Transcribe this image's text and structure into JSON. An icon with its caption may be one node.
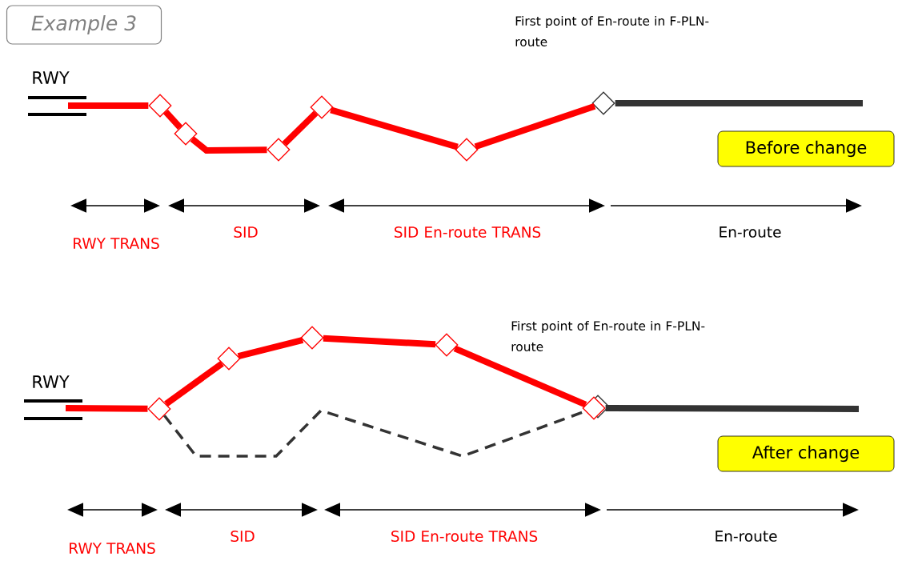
{
  "diagram": {
    "nodes": [
      {
        "text": [
          "Example 3"
        ]
      },
      {
        "text": [
          "Before change"
        ]
      },
      {
        "text": [
          "After change"
        ]
      },
      {
        "text": [],
        "shape": "diamond"
      },
      {
        "text": [],
        "shape": "diamond"
      },
      {
        "text": [],
        "shape": "diamond"
      },
      {
        "text": [],
        "shape": "diamond"
      },
      {
        "text": [],
        "shape": "diamond"
      },
      {
        "text": [],
        "shape": "diamond"
      },
      {
        "text": [],
        "shape": "diamond"
      },
      {
        "text": [],
        "shape": "diamond"
      },
      {
        "text": [],
        "shape": "diamond"
      },
      {
        "text": [],
        "shape": "diamond"
      },
      {
        "text": [],
        "shape": "diamond"
      }
    ],
    "edges": [
      {
        "from": null,
        "to": 3,
        "arrow": "none"
      },
      {
        "from": 3,
        "to": 4,
        "arrow": "none"
      },
      {
        "from": 4,
        "to": 5,
        "arrow": "none"
      },
      {
        "from": 5,
        "to": 6,
        "arrow": "none"
      },
      {
        "from": 6,
        "to": 7,
        "arrow": "none"
      },
      {
        "from": 7,
        "to": 8,
        "arrow": "none"
      },
      {
        "from": 8,
        "to": null,
        "arrow": "none",
        "color": "#333333"
      },
      {
        "from": null,
        "to": 9,
        "arrow": "none"
      },
      {
        "from": 9,
        "to": 10,
        "arrow": "none"
      },
      {
        "from": 10,
        "to": 11,
        "arrow": "none"
      },
      {
        "from": 11,
        "to": 12,
        "arrow": "none"
      },
      {
        "from": 12,
        "to": 13,
        "arrow": "none"
      },
      {
        "from": 13,
        "to": null,
        "arrow": "none",
        "color": "#333333"
      },
      {
        "from": 9,
        "to": 13,
        "arrow": "none",
        "style": "dashed",
        "color": "#333333"
      }
    ],
    "labels": [
      "First point of En-route in F-PLN-route",
      "RWY",
      "RWY TRANS",
      "SID",
      "SID En-route TRANS",
      "En-route",
      "First point of En-route in F-PLN-route",
      "RWY",
      "RWY TRANS",
      "SID",
      "SID En-route TRANS",
      "En-route"
    ]
  }
}
